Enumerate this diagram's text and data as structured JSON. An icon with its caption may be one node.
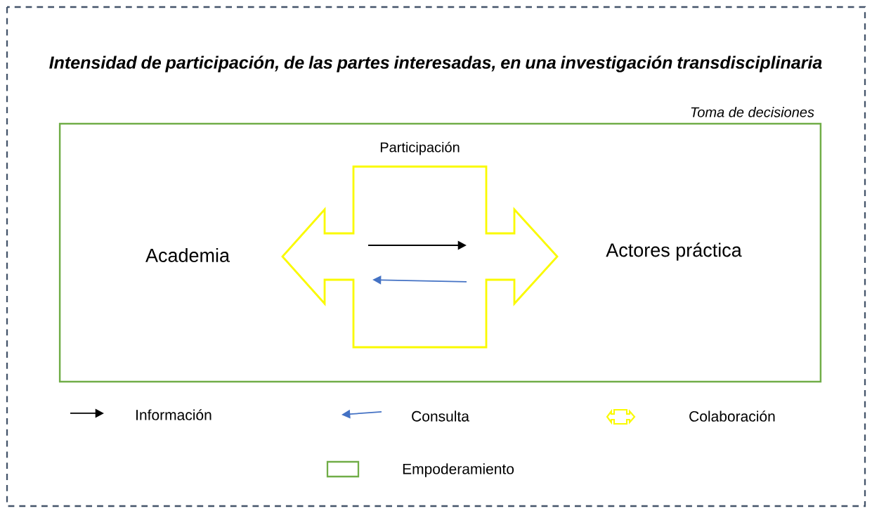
{
  "diagram": {
    "title": "Intensidad de participación, de las partes interesadas, en una investigación transdisciplinaria",
    "nodes": [
      {
        "text": [
          "Toma de decisiones"
        ]
      },
      {
        "text": [
          "Participación"
        ],
        "in": 0
      }
    ],
    "labels": [
      "Academia",
      "Actores práctica"
    ],
    "legend": [
      {
        "text": "Información"
      },
      {
        "text": "Consulta"
      },
      {
        "text": "Colaboración"
      },
      {
        "text": "Empoderamiento"
      }
    ]
  }
}
